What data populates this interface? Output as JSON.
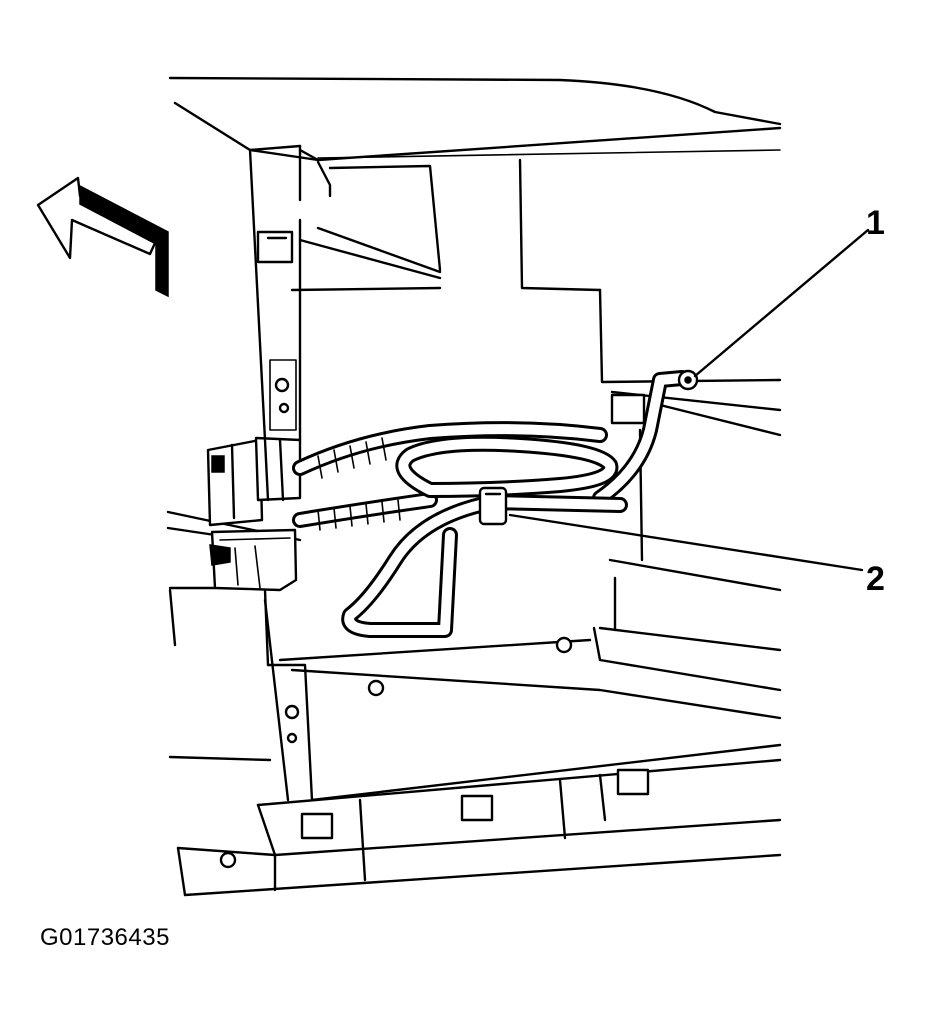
{
  "figure": {
    "id": "G01736435"
  },
  "callouts": [
    {
      "number": "1"
    },
    {
      "number": "2"
    }
  ]
}
